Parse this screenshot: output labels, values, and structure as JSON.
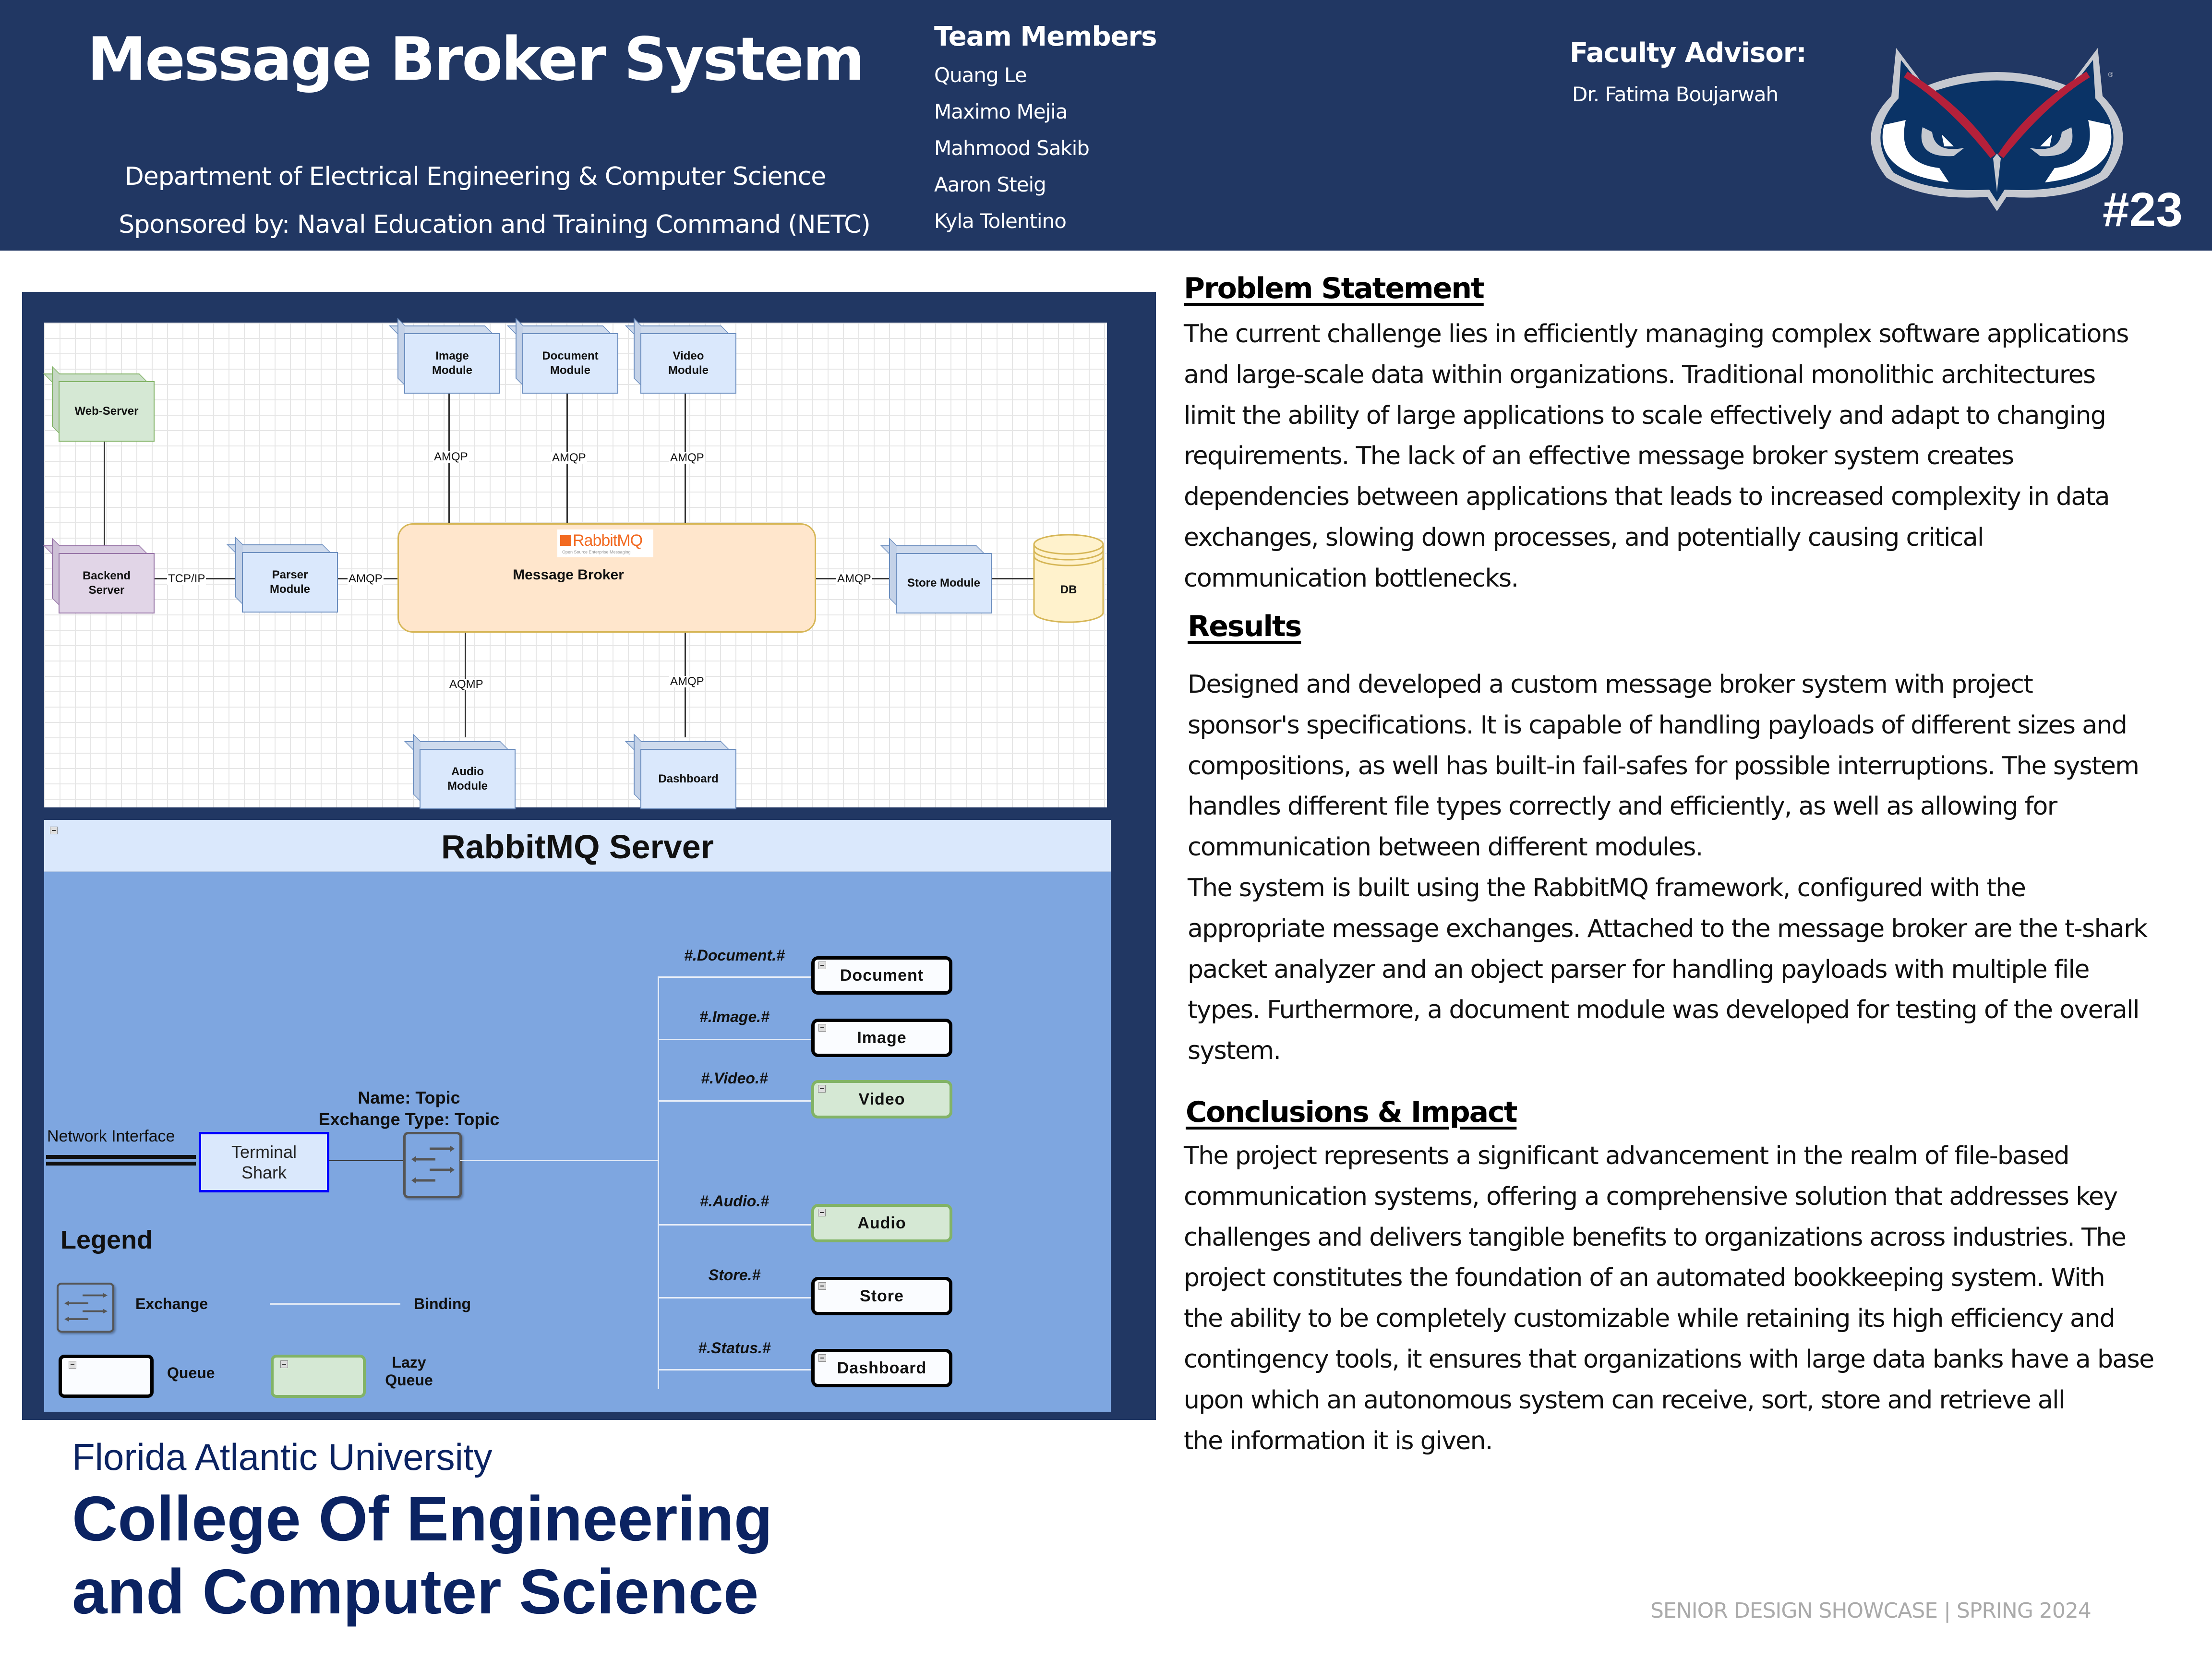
{
  "header": {
    "title": "Message Broker System",
    "department": "Department of Electrical Engineering & Computer Science",
    "sponsor": "Sponsored by: Naval Education and Training Command (NETC)",
    "team_heading": "Team Members",
    "team_members": [
      "Quang Le",
      "Maximo Mejia",
      "Mahmood Sakib",
      "Aaron Steig",
      "Kyla Tolentino"
    ],
    "advisor_heading": "Faculty Advisor:",
    "advisor_name": "Dr. Fatima Boujarwah",
    "badge_number": "#23",
    "logo": "fau-owl-logo"
  },
  "colors": {
    "header_bg": "#213763",
    "owl_red": "#b5203a",
    "owl_navy": "#0a3366",
    "owl_gray": "#c6c9d0",
    "college_blue": "#0b2362",
    "rmq_bg": "#7ea6e0",
    "queue_lazy": "#d5e8d4",
    "module_fill": "#dae8fc",
    "broker_fill": "#ffe6cc"
  },
  "architecture": {
    "modules": {
      "image": "Image\nModule",
      "document": "Document\nModule",
      "video": "Video\nModule",
      "web_server": "Web-Server",
      "backend": "Backend\nServer",
      "parser": "Parser\nModule",
      "store": "Store Module",
      "audio": "Audio\nModule",
      "dashboard": "Dashboard",
      "db": "DB"
    },
    "broker": {
      "label": "Message Broker",
      "logo_text": "RabbitMQ",
      "logo_sub": "Open Source Enterprise Messaging"
    },
    "edges": {
      "image": "AMQP",
      "document": "AMQP",
      "video": "AMQP",
      "backend_parser": "TCP/IP",
      "parser_broker": "AMQP",
      "broker_store": "AMQP",
      "audio": "AQMP",
      "dashboard": "AMQP"
    }
  },
  "rabbitmq_server": {
    "title": "RabbitMQ Server",
    "network_interface": "Network Interface",
    "terminal_shark": "Terminal\nShark",
    "exchange_label": "Name: Topic\nExchange Type: Topic",
    "queues": [
      {
        "routing_key": "#.Document.#",
        "name": "Document",
        "lazy": false
      },
      {
        "routing_key": "#.Image.#",
        "name": "Image",
        "lazy": false
      },
      {
        "routing_key": "#.Video.#",
        "name": "Video",
        "lazy": true
      },
      {
        "routing_key": "#.Audio.#",
        "name": "Audio",
        "lazy": true
      },
      {
        "routing_key": "Store.#",
        "name": "Store",
        "lazy": false
      },
      {
        "routing_key": "#.Status.#",
        "name": "Dashboard",
        "lazy": false
      }
    ],
    "legend": {
      "title": "Legend",
      "exchange": "Exchange",
      "binding": "Binding",
      "queue": "Queue",
      "lazy_queue": "Lazy\nQueue"
    }
  },
  "sections": {
    "problem": {
      "heading": "Problem Statement",
      "body": "The current challenge lies in efficiently managing complex software applications\nand large-scale data within organizations. Traditional monolithic architectures\nlimit the ability of large applications to scale effectively and adapt to changing\nrequirements. The lack of an effective message broker system creates\ndependencies between applications that leads to increased complexity in data\nexchanges, slowing down processes, and potentially causing critical\ncommunication bottlenecks."
    },
    "results": {
      "heading": "Results",
      "body": "Designed and developed  a custom message broker system with project\nsponsor's specifications. It is capable of handling payloads of different sizes and\ncompositions, as well has built-in fail-safes for possible interruptions. The system\nhandles different file types correctly and efficiently, as well as allowing for\ncommunication between different modules.\nThe system is built using the RabbitMQ framework, configured with the\nappropriate message exchanges. Attached to the message broker are the t-shark\npacket analyzer and an object parser for handling payloads with multiple file\ntypes. Furthermore, a document module was developed for testing of the overall\nsystem."
    },
    "conclusions": {
      "heading": "Conclusions & Impact",
      "body": "The project represents a significant advancement in the realm of file-based\ncommunication systems, offering a comprehensive solution that addresses key\nchallenges and delivers tangible benefits to organizations across industries. The\nproject constitutes the foundation of an automated bookkeeping system. With\nthe ability to be completely customizable while retaining its high efficiency and\ncontingency tools, it ensures that organizations with large data banks have a base\nupon which an autonomous system can receive, sort, store and retrieve all\nthe information it is given."
    }
  },
  "footer": {
    "university": "Florida Atlantic University",
    "college_line1": "College Of Engineering",
    "college_line2": "and Computer Science",
    "showcase": "SENIOR DESIGN SHOWCASE | SPRING 2024"
  }
}
